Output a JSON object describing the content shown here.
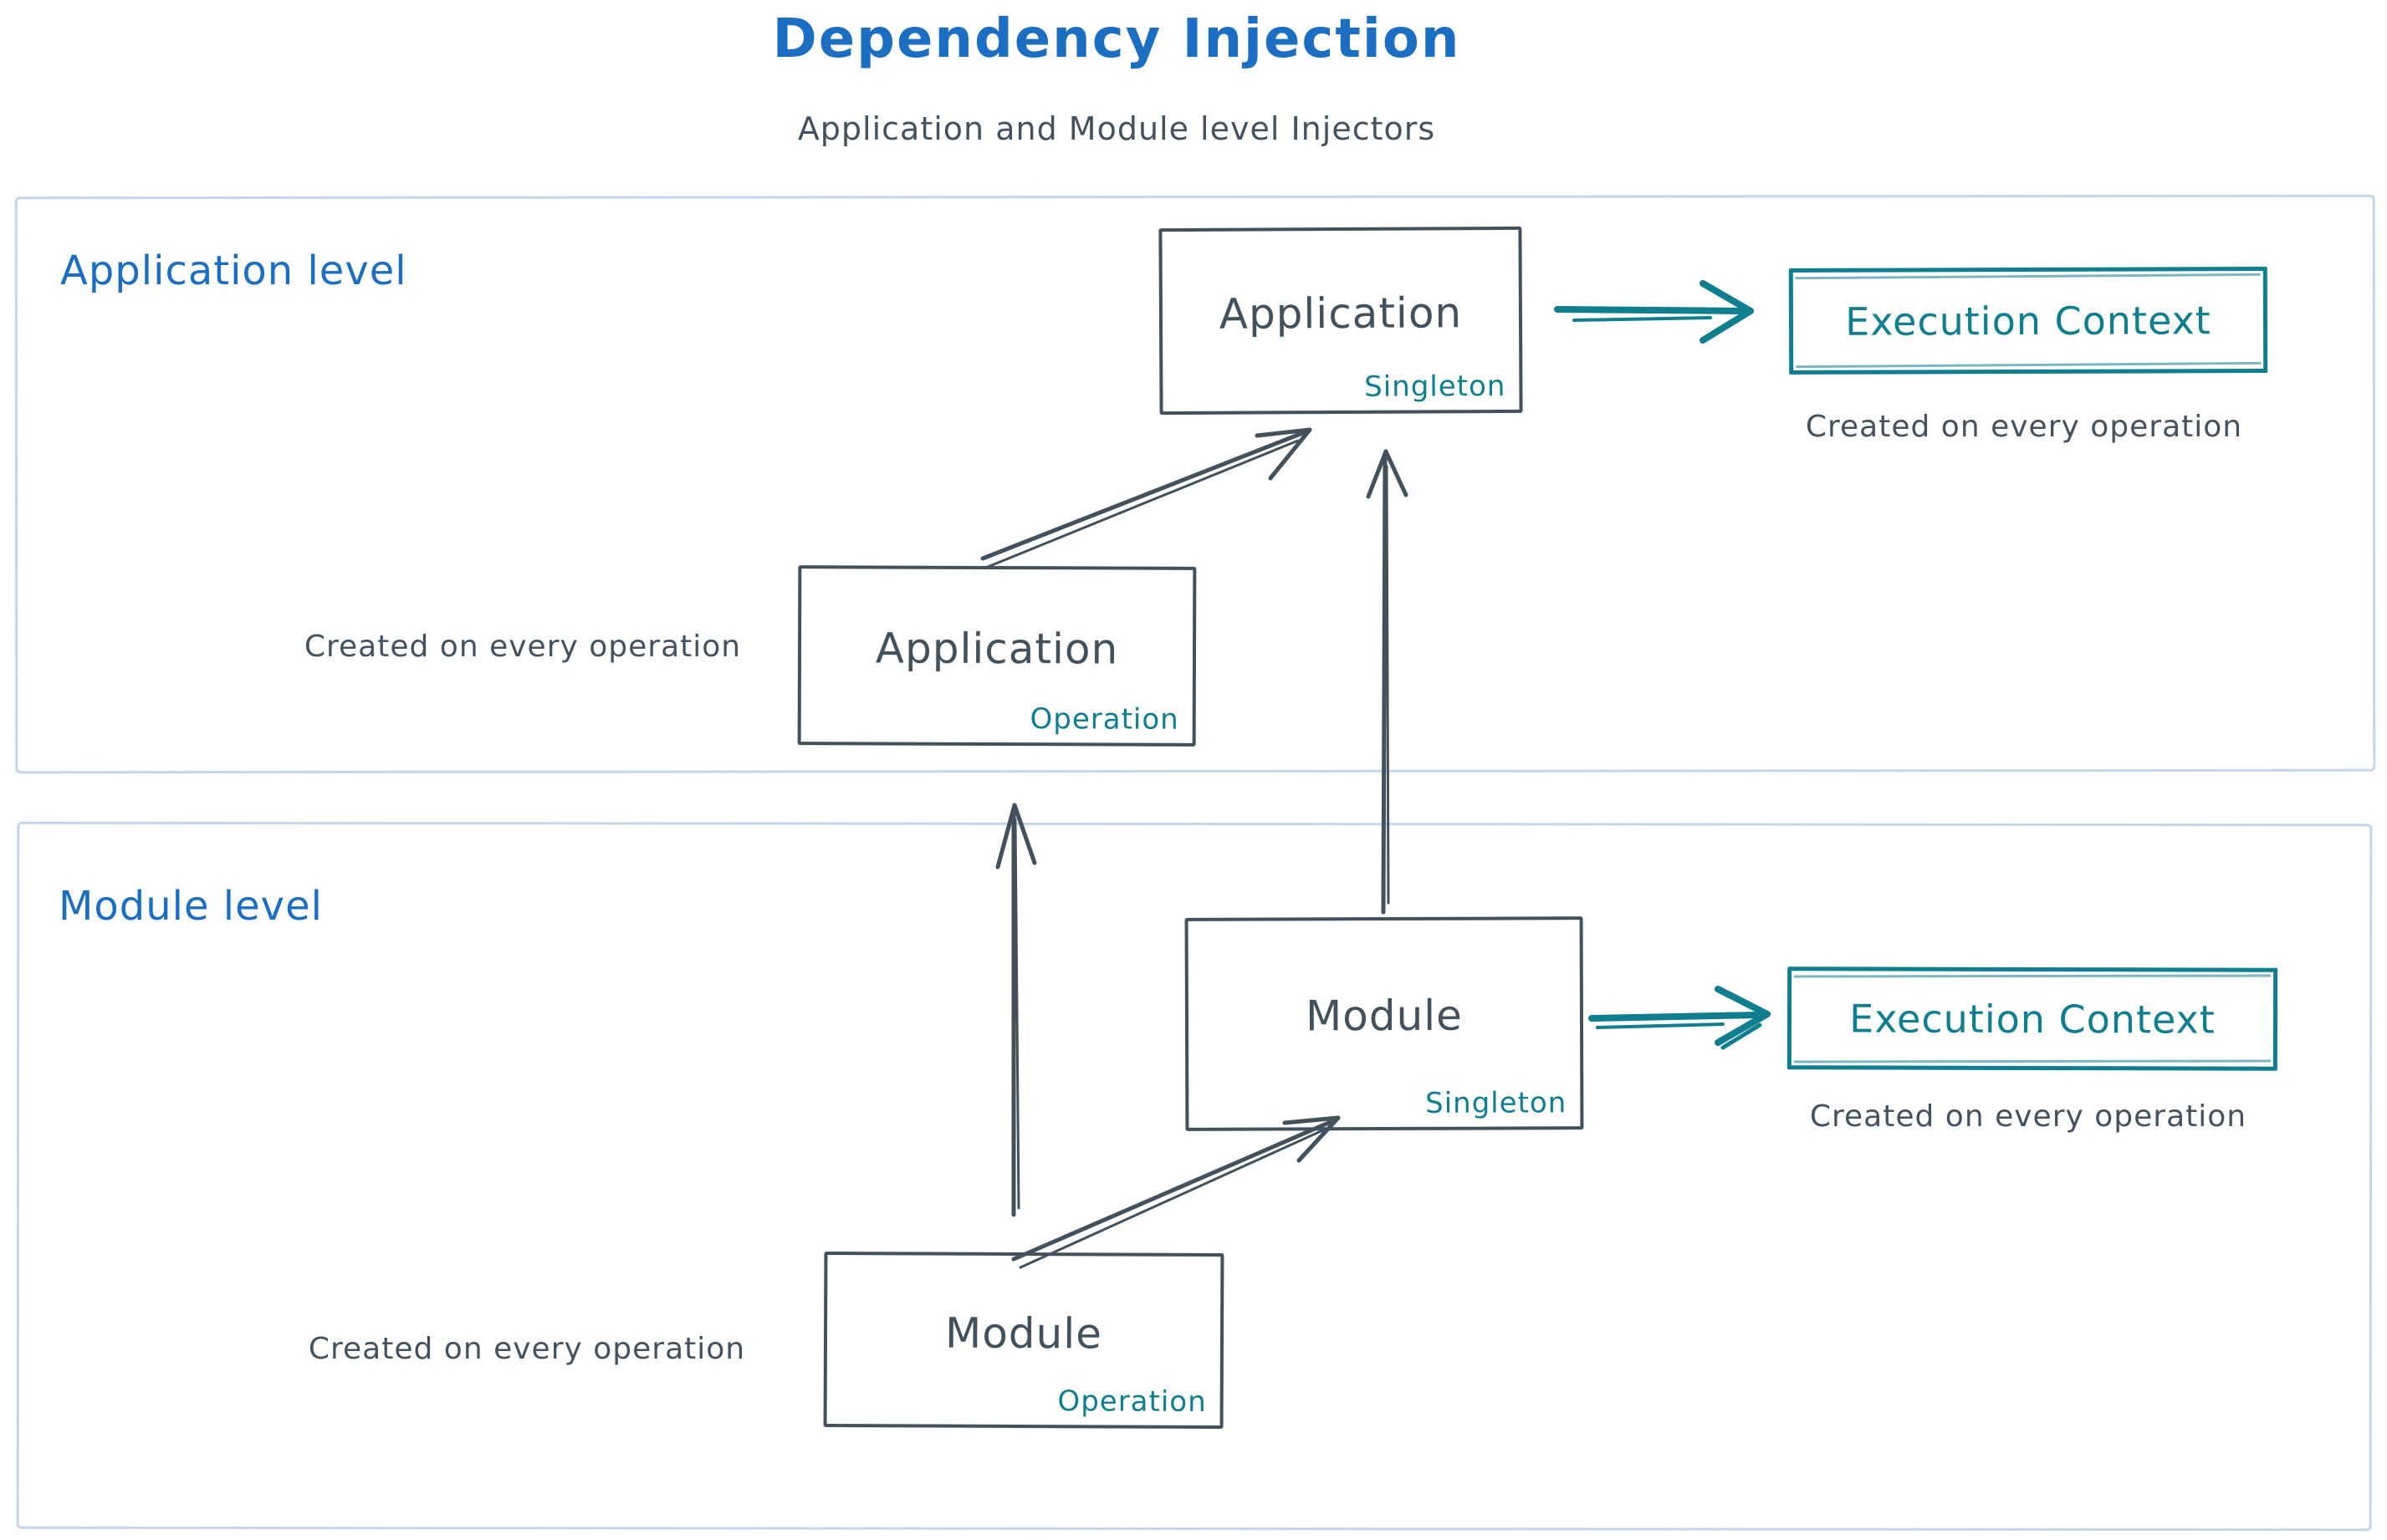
{
  "title": "Dependency Injection",
  "subtitle": "Application and Module level Injectors",
  "application": {
    "label": "Application level",
    "singleton": {
      "name": "Application",
      "scope": "Singleton"
    },
    "operation": {
      "name": "Application",
      "scope": "Operation",
      "caption": "Created on every operation"
    },
    "execution": {
      "label": "Execution Context",
      "caption": "Created on every operation"
    }
  },
  "module": {
    "label": "Module level",
    "singleton": {
      "name": "Module",
      "scope": "Singleton"
    },
    "operation": {
      "name": "Module",
      "scope": "Operation",
      "caption": "Created on every operation"
    },
    "execution": {
      "label": "Execution Context",
      "caption": "Created on every operation"
    }
  },
  "colors": {
    "title_blue": "#1b6ec2",
    "ink": "#43515c",
    "teal": "#0f7e8e",
    "panel_border": "#c3d6ec"
  }
}
